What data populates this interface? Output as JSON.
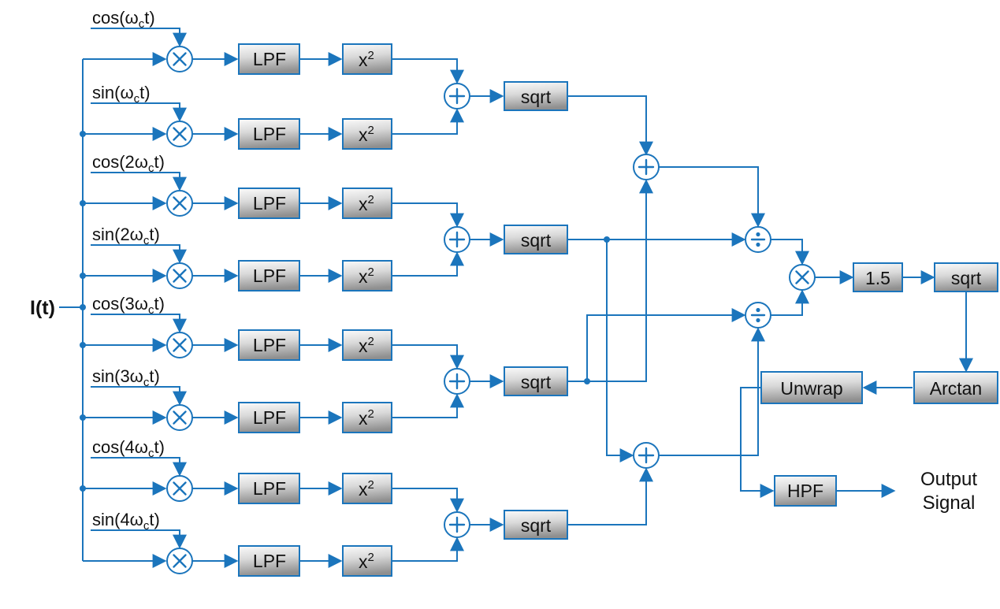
{
  "diagram": {
    "input_label": "I(t)",
    "references": [
      {
        "pre": "cos(ω",
        "sub": "c",
        "post": "t)"
      },
      {
        "pre": "sin(ω",
        "sub": "c",
        "post": "t)"
      },
      {
        "pre": "cos(2ω",
        "sub": "c",
        "post": "t)"
      },
      {
        "pre": "sin(2ω",
        "sub": "c",
        "post": "t)"
      },
      {
        "pre": "cos(3ω",
        "sub": "c",
        "post": "t)"
      },
      {
        "pre": "sin(3ω",
        "sub": "c",
        "post": "t)"
      },
      {
        "pre": "cos(4ω",
        "sub": "c",
        "post": "t)"
      },
      {
        "pre": "sin(4ω",
        "sub": "c",
        "post": "t)"
      }
    ],
    "blocks": {
      "lpf": "LPF",
      "square_base": "x",
      "square_sup": "2",
      "sqrt": "sqrt",
      "gain": "1.5",
      "arctan": "Arctan",
      "unwrap": "Unwrap",
      "hpf": "HPF"
    },
    "operators": {
      "multiply": "×",
      "add": "+",
      "divide": "÷"
    },
    "output": {
      "line1": "Output",
      "line2": "Signal"
    },
    "colors": {
      "wire": "#1b75bc",
      "box_stroke": "#1b75bc",
      "box_fill_top": "#fbfbfb",
      "box_fill_bottom": "#8f8f8f",
      "text": "#111111"
    }
  }
}
